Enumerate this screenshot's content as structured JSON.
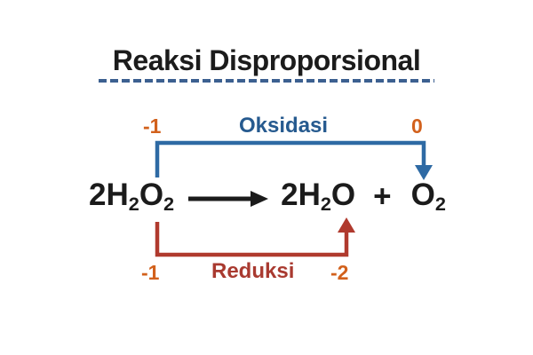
{
  "title": {
    "text": "Reaksi Disproporsional"
  },
  "oxidation": {
    "label": "Oksidasi",
    "from_state": "-1",
    "to_state": "0"
  },
  "reduction": {
    "label": "Reduksi",
    "from_state": "-1",
    "to_state": "-2"
  },
  "equation": {
    "reactant": {
      "part1": "2H",
      "sub1": "2",
      "part2": "O",
      "sub2": "2"
    },
    "product_water": {
      "part1": "2H",
      "sub1": "2",
      "part2": "O"
    },
    "plus": "+",
    "product_oxygen": {
      "part1": "O",
      "sub1": "2"
    }
  },
  "colors": {
    "text_black": "#1b1b1b",
    "oxidation_number_orange": "#d2611c",
    "oxidation_blue": "#2e6aa4",
    "oxidation_label_blue": "#265a8f",
    "reduction_red": "#b03a2e",
    "reduction_label_red": "#a93a30",
    "underline_blue": "#3c6090"
  }
}
